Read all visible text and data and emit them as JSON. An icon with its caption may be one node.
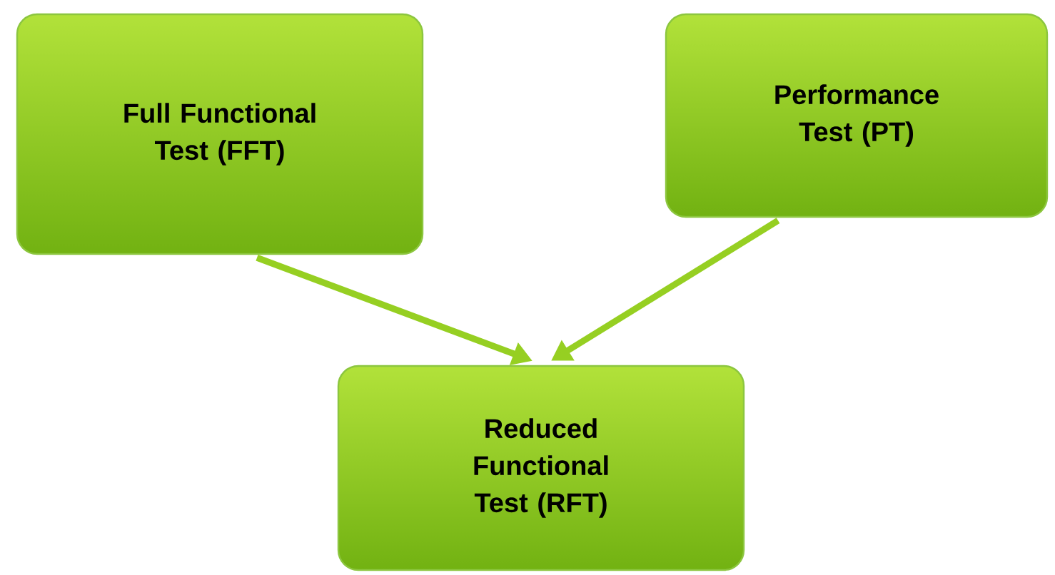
{
  "diagram": {
    "nodes": [
      {
        "text": [
          "Full Functional Test (FFT)"
        ]
      },
      {
        "text": [
          "Performance Test (PT)"
        ]
      },
      {
        "text": [
          "Reduced Functional Test (RFT)"
        ]
      }
    ],
    "edges": [
      {
        "from": 0,
        "to": 2,
        "arrow": "to"
      },
      {
        "from": 1,
        "to": 2,
        "arrow": "to"
      }
    ]
  }
}
